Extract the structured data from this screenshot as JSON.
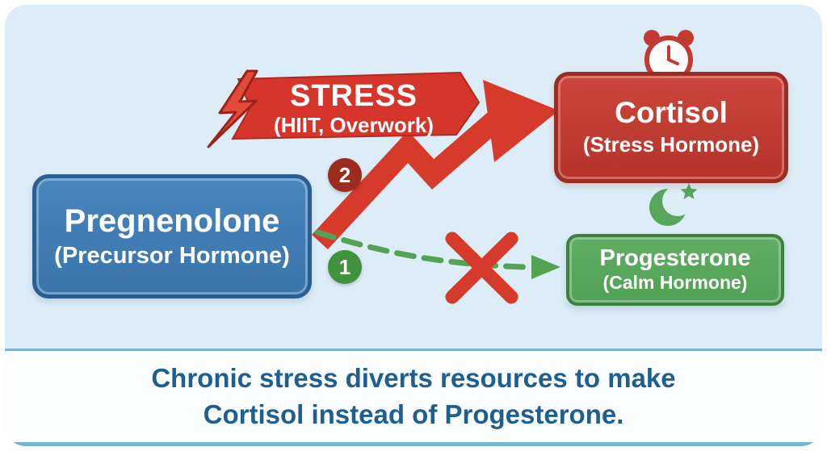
{
  "colors": {
    "card_bg": "#dcedf8",
    "blue_box": "#3f7db5",
    "blue_border": "#2b5e90",
    "red_accent": "#d63a2b",
    "red_box": "#c23a30",
    "red_border": "#9c2b22",
    "green_accent": "#54a354",
    "green_box": "#5aa95f",
    "green_border": "#3f7f44",
    "caption_text": "#1e5f92"
  },
  "boxes": {
    "pregnenolone": {
      "title": "Pregnenolone",
      "subtitle": "(Precursor Hormone)"
    },
    "cortisol": {
      "title": "Cortisol",
      "subtitle": "(Stress Hormone)"
    },
    "progesterone": {
      "title": "Progesterone",
      "subtitle": "(Calm Hormone)"
    }
  },
  "banner": {
    "title": "STRESS",
    "subtitle": "(HIIT, Overwork)"
  },
  "badges": {
    "cortisol_path": "2",
    "progesterone_path": "1"
  },
  "icons": {
    "lightning": "lightning-bolt-icon",
    "alarm_clock": "alarm-clock-icon",
    "moon_star": "crescent-moon-star-icon",
    "blocked": "red-x-icon",
    "stress_arrow": "zigzag-arrow-icon",
    "calm_arrow": "dashed-arrow-icon"
  },
  "caption": {
    "line1": "Chronic stress diverts resources to make",
    "line2": "Cortisol instead of Progesterone."
  }
}
